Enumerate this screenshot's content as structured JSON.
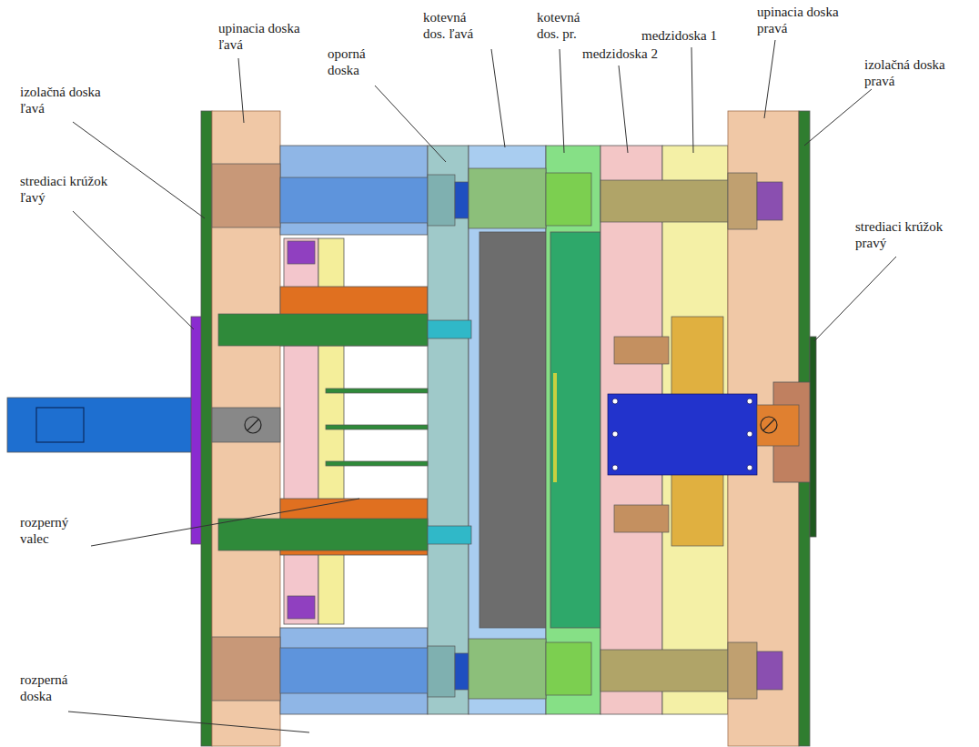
{
  "diagram": {
    "labels": [
      "upinacia doska ľavá",
      "izolačná doska ľavá",
      "strediaci krúžok ľavý",
      "rozperný valec",
      "rozperná doska",
      "oporná doska",
      "kotevná dos. ľavá",
      "kotevná dos. pr.",
      "medzidoska 2",
      "medzidoska 1",
      "upinacia doska pravá",
      "izolačná doska pravá",
      "strediaci krúžok pravý"
    ]
  }
}
